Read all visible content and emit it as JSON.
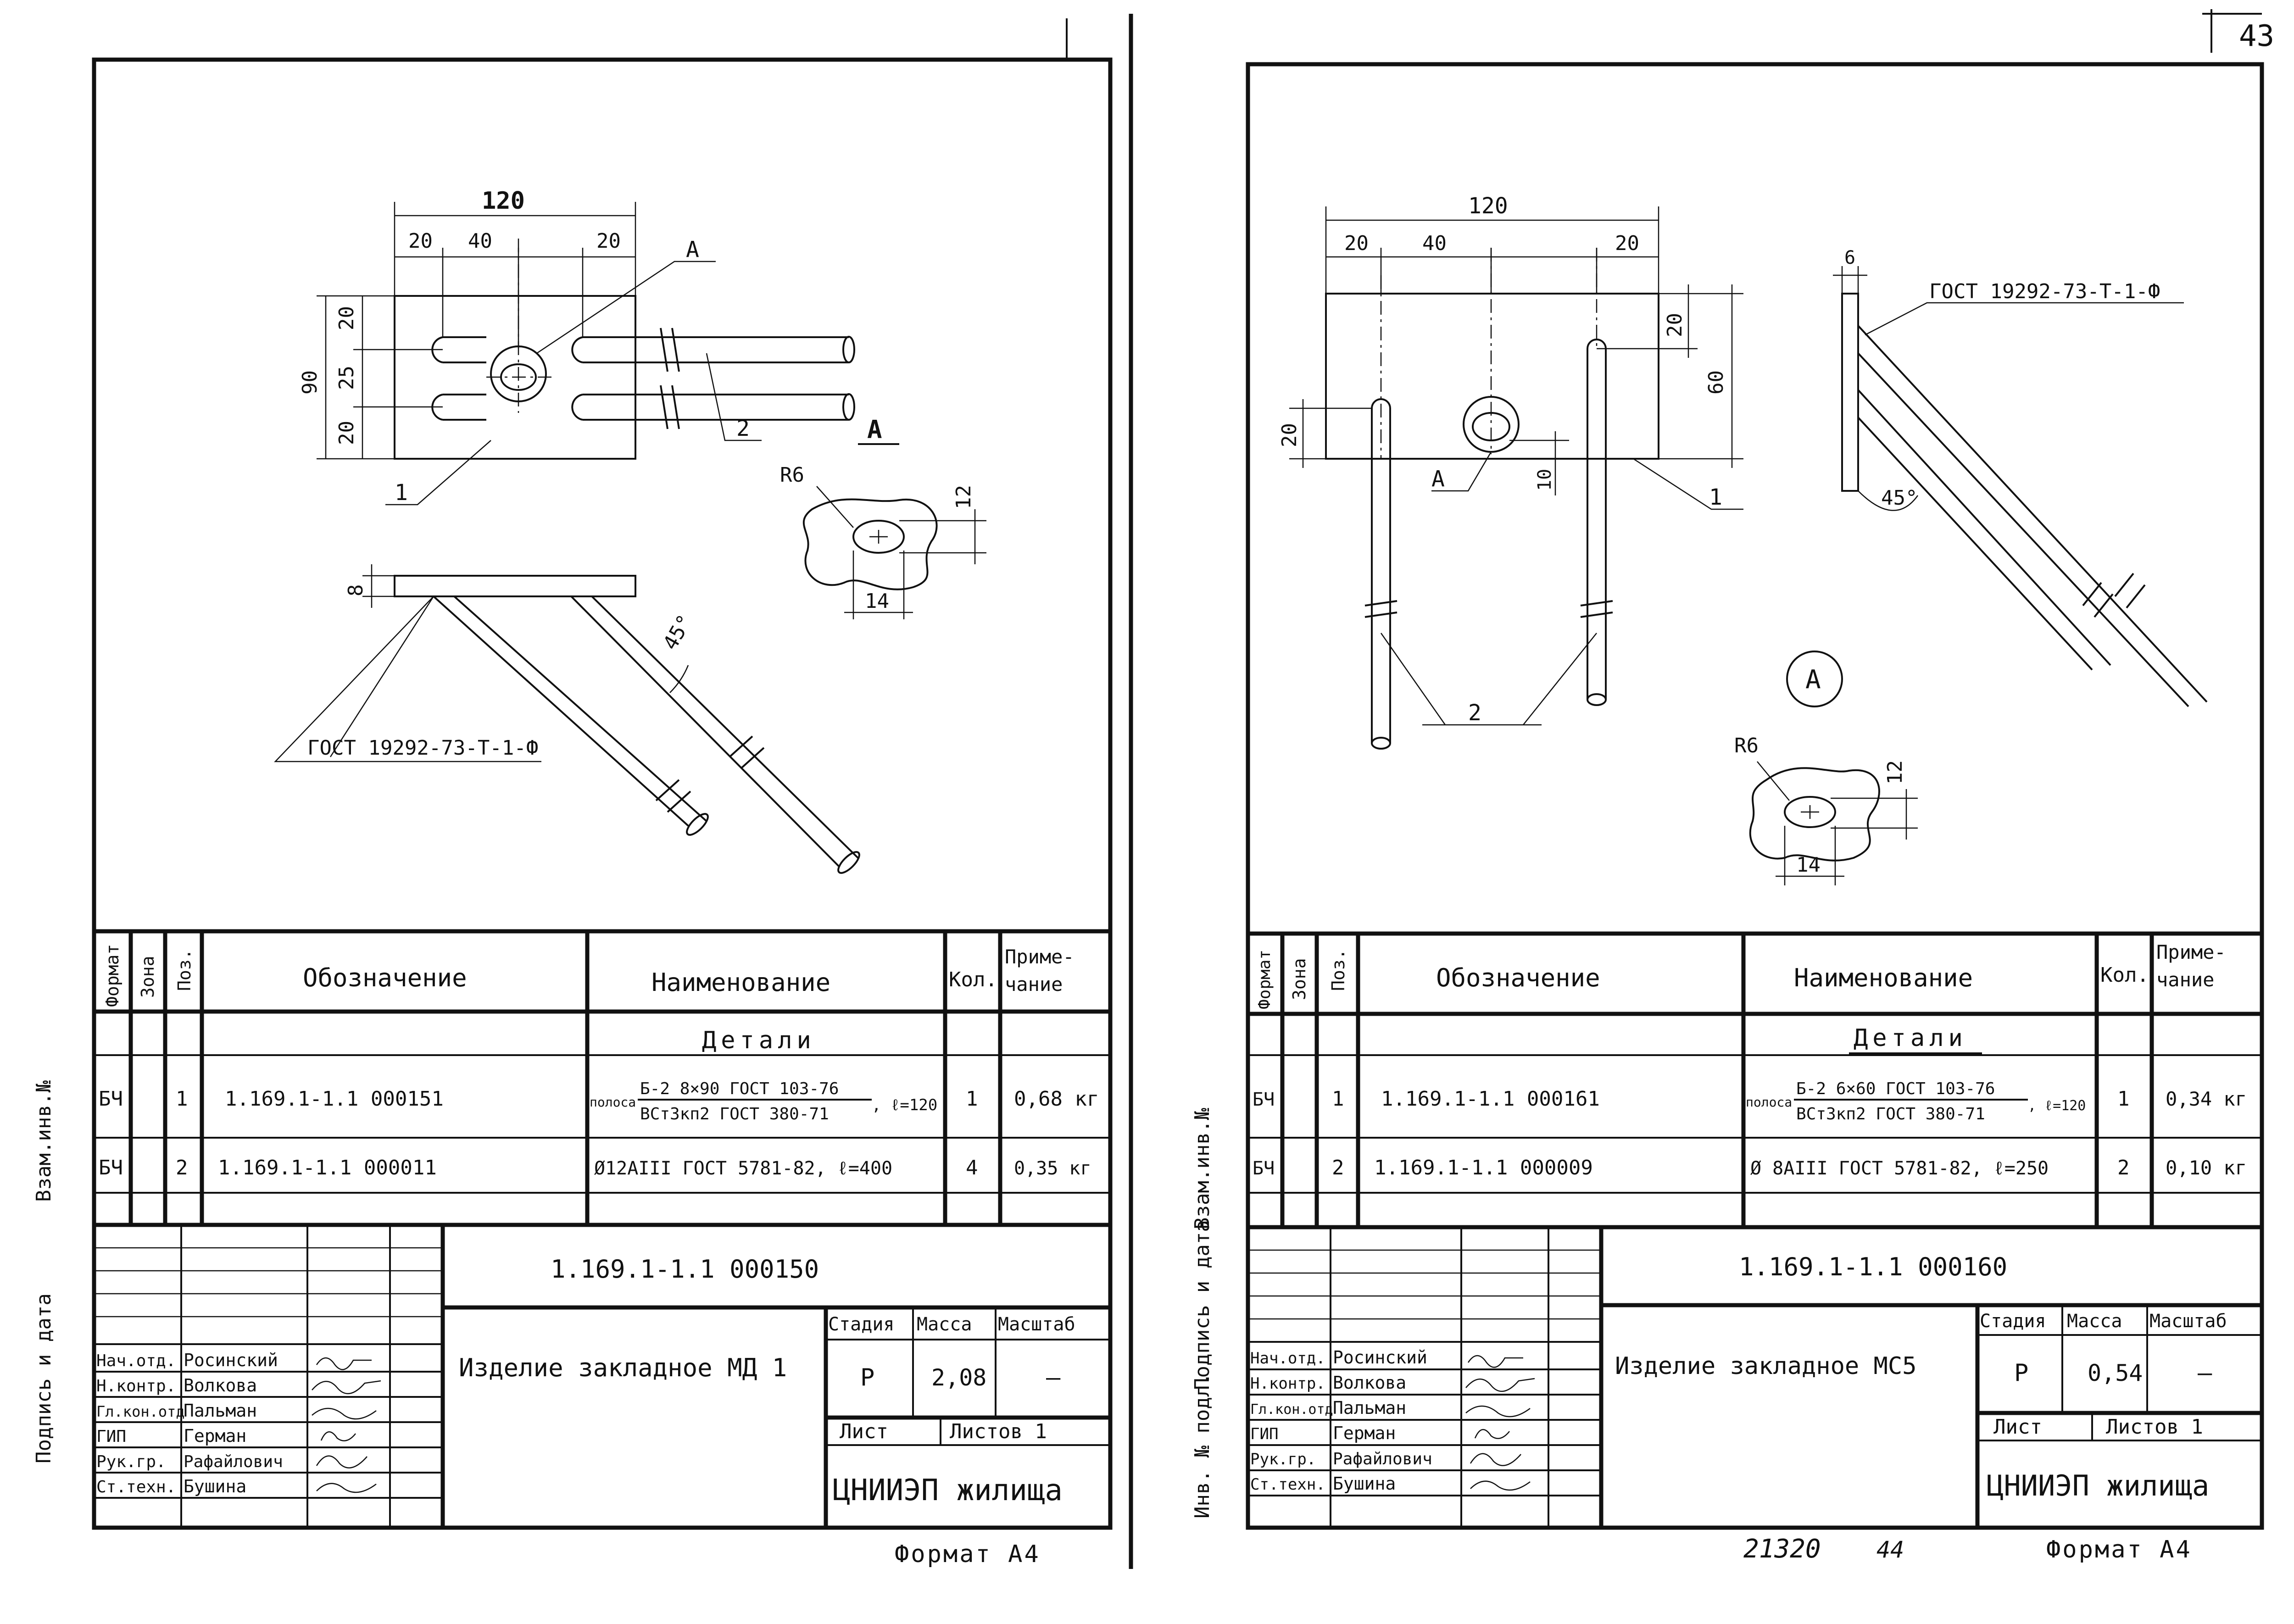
{
  "page_number": "43",
  "footer_number": "21320",
  "footer_sub": "44",
  "side_labels": {
    "vzam": "Взам.инв.№",
    "podpis": "Подпись и дата",
    "inv": "Инв. № подл."
  },
  "sheets": [
    {
      "drawing": {
        "dims_top": {
          "total": "120",
          "a": "20",
          "b": "40",
          "c": "20"
        },
        "dims_left": {
          "total": "90",
          "a": "20",
          "b": "25",
          "c": "20"
        },
        "thickness": "8",
        "angle": "45°",
        "callout_A": "А",
        "detail_A": "А",
        "pos1": "1",
        "pos2": "2",
        "gost_weld": "ГОСТ 19292-73-Т-1-Ф",
        "detail": {
          "radius": "R6",
          "w": "14",
          "h": "12"
        }
      },
      "spec": {
        "headers": {
          "format": "Формат",
          "zona": "Зона",
          "poz": "Поз.",
          "oboz": "Обозначение",
          "naim": "Наименование",
          "kol": "Кол.",
          "prim": "Приме-\nчание"
        },
        "prim_l1": "Приме-",
        "prim_l2": "чание",
        "section": "Детали",
        "rows": [
          {
            "format": "БЧ",
            "poz": "1",
            "oboz": "1.169.1-1.1  000151",
            "naim_prefix": "полоса",
            "naim_top": "Б-2 8×90 ГОСТ 103-76",
            "naim_bot": "ВСт3кп2 ГОСТ 380-71",
            "naim_suffix": ", ℓ=120",
            "kol": "1",
            "prim": "0,68 кг"
          },
          {
            "format": "БЧ",
            "poz": "2",
            "oboz": "1.169.1-1.1  000011",
            "naim_prefix": "",
            "naim_top": "Ø12АIII ГОСТ 5781-82, ℓ=400",
            "naim_bot": "",
            "naim_suffix": "",
            "kol": "4",
            "prim": "0,35 кг"
          }
        ]
      },
      "title": {
        "code": "1.169.1-1.1  000150",
        "name": "Изделие закладное МД 1",
        "stadia_h": "Стадия",
        "massa_h": "Масса",
        "masshtab_h": "Масштаб",
        "stadia": "Р",
        "massa": "2,08",
        "masshtab": "–",
        "list_h": "Лист",
        "listov_h": "Листов 1",
        "org": "ЦНИИЭП жилища",
        "people": [
          {
            "role": "Нач.отд.",
            "name": "Росинский"
          },
          {
            "role": "Н.контр.",
            "name": "Волкова"
          },
          {
            "role": "Гл.кон.отд",
            "name": "Пальман"
          },
          {
            "role": "ГИП",
            "name": "Герман"
          },
          {
            "role": "Рук.гр.",
            "name": "Рафайлович"
          },
          {
            "role": "Ст.техн.",
            "name": "Бушина"
          }
        ]
      },
      "format": "Формат А4"
    },
    {
      "drawing": {
        "dims_top": {
          "total": "120",
          "a": "20",
          "b": "40",
          "c": "20"
        },
        "dims_right": {
          "total": "60",
          "a": "20"
        },
        "dim_left": "20",
        "dim_10": "10",
        "thickness": "6",
        "angle": "45°",
        "callout_A": "А",
        "detail_A": "А",
        "pos1": "1",
        "pos2": "2",
        "gost_weld": "ГОСТ 19292-73-Т-1-Ф",
        "detail": {
          "radius": "R6",
          "w": "14",
          "h": "12"
        }
      },
      "spec": {
        "headers": {
          "format": "Формат",
          "zona": "Зона",
          "poz": "Поз.",
          "oboz": "Обозначение",
          "naim": "Наименование",
          "kol": "Кол.",
          "prim": "Приме-\nчание"
        },
        "prim_l1": "Приме-",
        "prim_l2": "чание",
        "section": "Детали",
        "rows": [
          {
            "format": "БЧ",
            "poz": "1",
            "oboz": "1.169.1-1.1  000161",
            "naim_prefix": "полоса",
            "naim_top": "Б-2 6×60 ГОСТ 103-76",
            "naim_bot": "ВСт3кп2 ГОСТ 380-71",
            "naim_suffix": ", ℓ=120",
            "kol": "1",
            "prim": "0,34 кг"
          },
          {
            "format": "БЧ",
            "poz": "2",
            "oboz": "1.169.1-1.1  000009",
            "naim_prefix": "",
            "naim_top": "Ø 8АIII ГОСТ 5781-82, ℓ=250",
            "naim_bot": "",
            "naim_suffix": "",
            "kol": "2",
            "prim": "0,10 кг"
          }
        ]
      },
      "title": {
        "code": "1.169.1-1.1  000160",
        "name": "Изделие закладное МС5",
        "stadia_h": "Стадия",
        "massa_h": "Масса",
        "masshtab_h": "Масштаб",
        "stadia": "Р",
        "massa": "0,54",
        "masshtab": "–",
        "list_h": "Лист",
        "listov_h": "Листов 1",
        "org": "ЦНИИЭП жилища",
        "people": [
          {
            "role": "Нач.отд.",
            "name": "Росинский"
          },
          {
            "role": "Н.контр.",
            "name": "Волкова"
          },
          {
            "role": "Гл.кон.отд",
            "name": "Пальман"
          },
          {
            "role": "ГИП",
            "name": "Герман"
          },
          {
            "role": "Рук.гр.",
            "name": "Рафайлович"
          },
          {
            "role": "Ст.техн.",
            "name": "Бушина"
          }
        ]
      },
      "format": "Формат А4"
    }
  ]
}
